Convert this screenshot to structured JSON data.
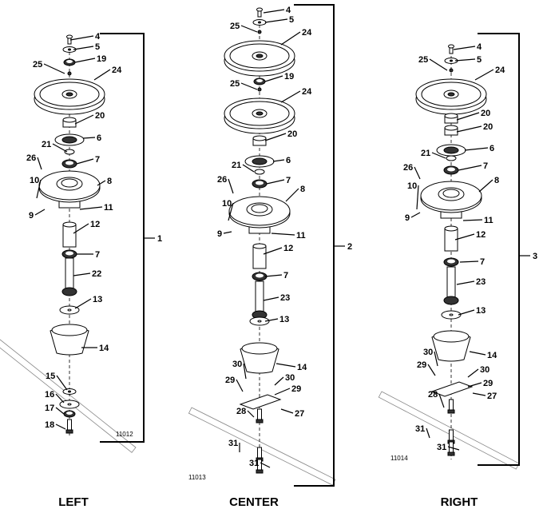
{
  "assemblies": [
    {
      "title": "LEFT",
      "group_number": "1",
      "drawing_number": "11012",
      "callouts": [
        "4",
        "5",
        "19",
        "25",
        "24",
        "20",
        "6",
        "21",
        "26",
        "7",
        "8",
        "10",
        "11",
        "9",
        "12",
        "7",
        "22",
        "13",
        "14",
        "15",
        "16",
        "17",
        "18"
      ]
    },
    {
      "title": "CENTER",
      "group_number": "2",
      "drawing_number": "11013",
      "callouts": [
        "4",
        "5",
        "25",
        "24",
        "25",
        "19",
        "24",
        "20",
        "6",
        "21",
        "7",
        "26",
        "8",
        "10",
        "9",
        "11",
        "12",
        "7",
        "23",
        "13",
        "14",
        "30",
        "29",
        "30",
        "29",
        "27",
        "28",
        "31",
        "31"
      ]
    },
    {
      "title": "RIGHT",
      "group_number": "3",
      "drawing_number": "11014",
      "callouts": [
        "4",
        "5",
        "25",
        "24",
        "20",
        "20",
        "6",
        "21",
        "7",
        "26",
        "8",
        "10",
        "9",
        "11",
        "12",
        "7",
        "23",
        "13",
        "14",
        "30",
        "29",
        "30",
        "29",
        "27",
        "28",
        "31",
        "31"
      ]
    }
  ]
}
